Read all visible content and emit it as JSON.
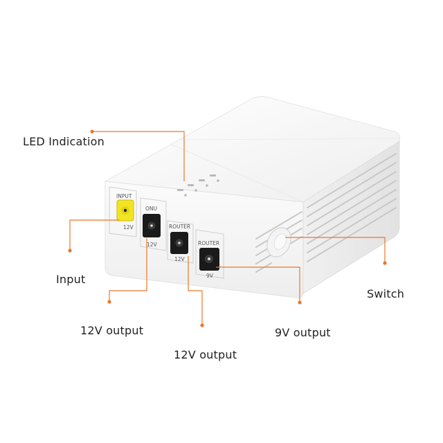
{
  "product": {
    "body_color": "#f6f6f6",
    "accent_color": "#e8782a",
    "input_jack_color": "#f2e422",
    "port_labels": {
      "input_top": "INPUT",
      "input_bottom": "12V",
      "onu_top": "ONU",
      "onu_bottom": "12V",
      "router1_top": "ROUTER",
      "router1_bottom": "12V",
      "router2_top": "ROUTER",
      "router2_bottom": "9V"
    }
  },
  "callouts": {
    "led": "LED Indication",
    "input": "Input",
    "output_12v_a": "12V output",
    "output_12v_b": "12V output",
    "output_9v": "9V output",
    "switch": "Switch"
  }
}
